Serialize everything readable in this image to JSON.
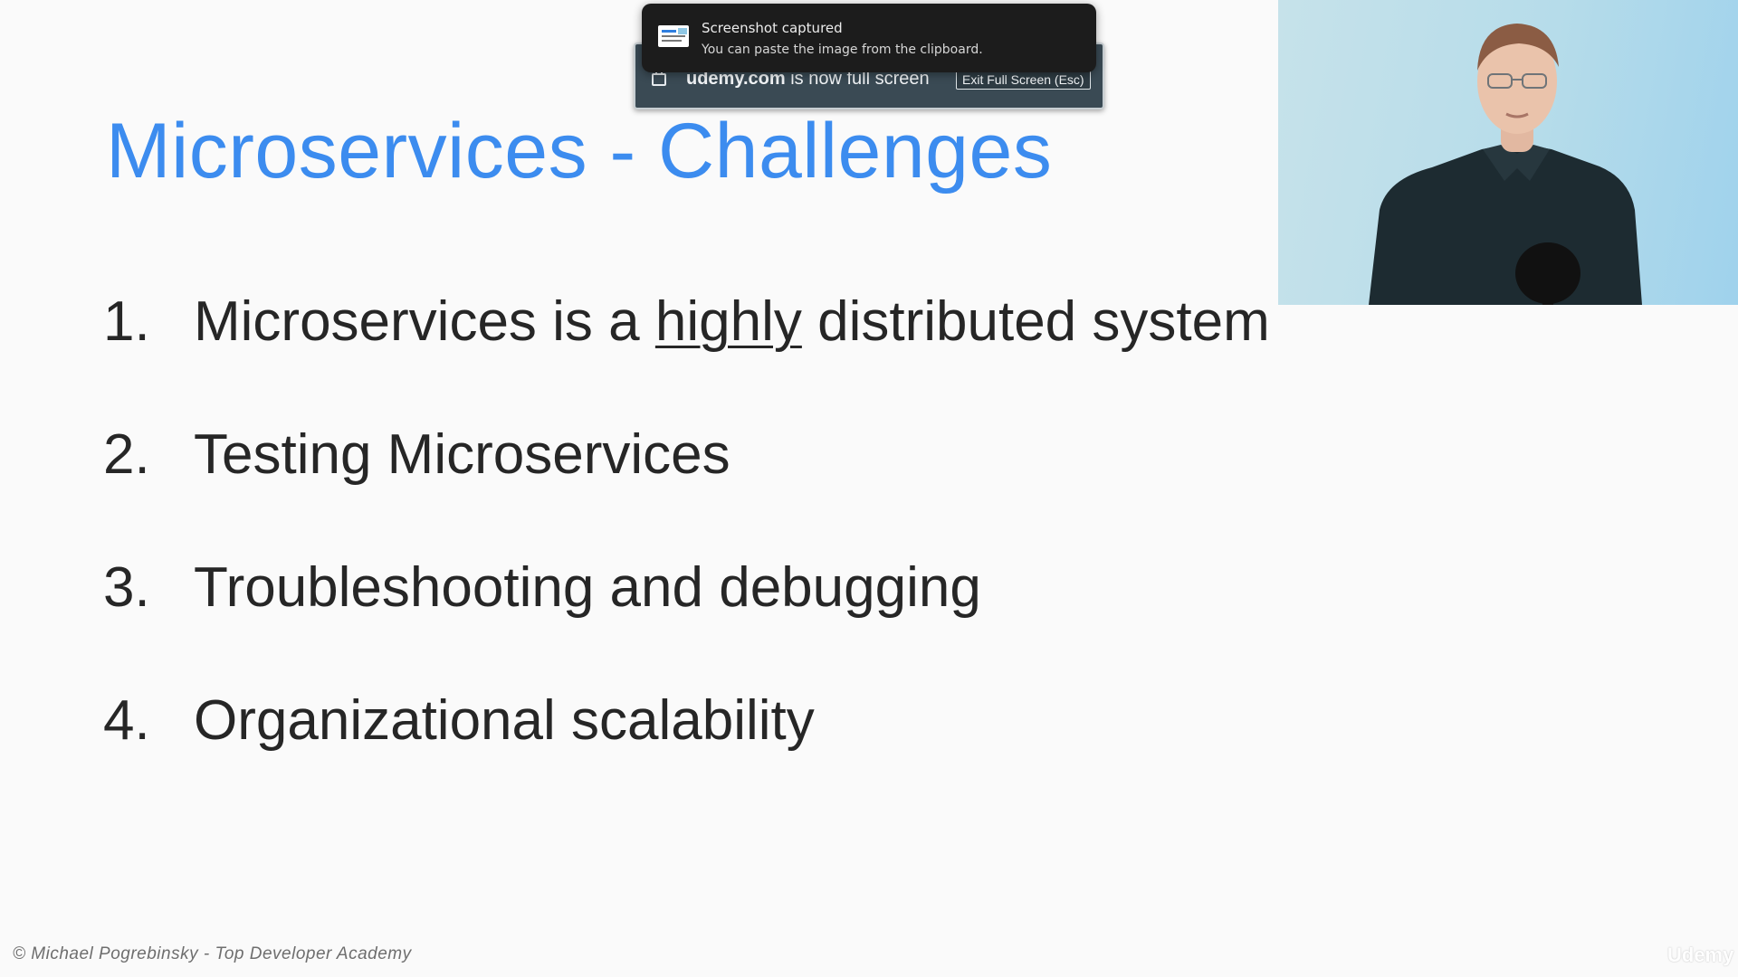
{
  "slide": {
    "title": "Microservices - Challenges",
    "items": [
      {
        "num": "1.",
        "before": "Microservices is a ",
        "emphasis": "highly",
        "after": " distributed system"
      },
      {
        "num": "2.",
        "text": "Testing Microservices"
      },
      {
        "num": "3.",
        "text": "Troubleshooting and debugging"
      },
      {
        "num": "4.",
        "text": "Organizational scalability"
      }
    ],
    "copyright": "© Michael Pogrebinsky - Top Developer Academy",
    "watermark": "Udemy"
  },
  "fullscreen_notice": {
    "domain": "udemy.com",
    "message": " is now full screen",
    "exit_label": "Exit Full Screen (Esc)"
  },
  "toast": {
    "title": "Screenshot captured",
    "body": "You can paste the image from the clipboard."
  },
  "colors": {
    "title_blue": "#3c8cef",
    "text_dark": "#262626",
    "background": "#fafafa"
  },
  "icons": {
    "fullscreen_notice": "lock-icon",
    "toast": "screenshot-thumbnail-icon"
  }
}
